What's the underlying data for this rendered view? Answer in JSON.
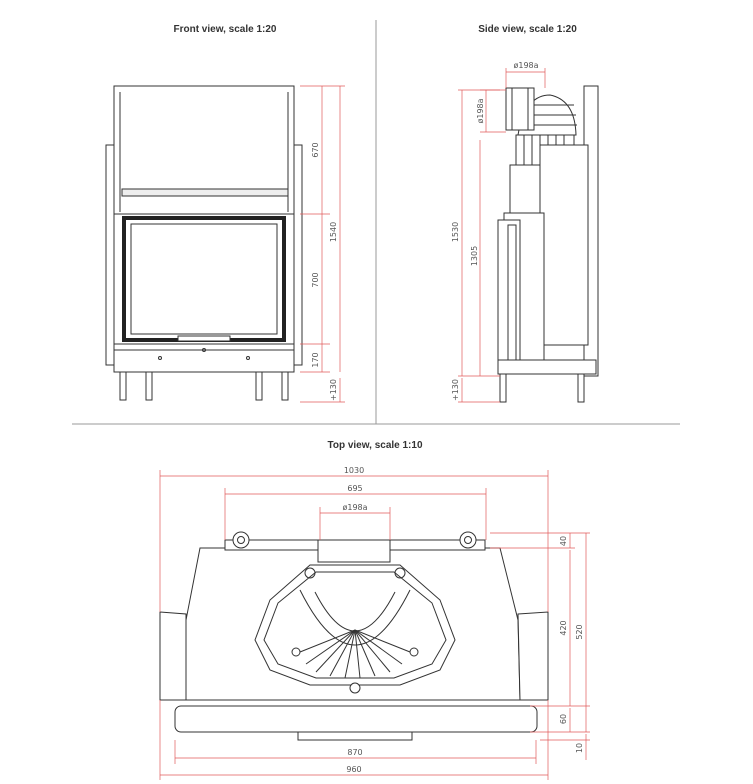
{
  "titles": {
    "front": "Front view, scale 1:20",
    "side": "Side view, scale 1:20",
    "top": "Top view, scale 1:10"
  },
  "front": {
    "dim_670": "670",
    "dim_700": "700",
    "dim_170": "170",
    "dim_1540": "1540",
    "dim_130": "+130"
  },
  "side": {
    "dim_flue_top": "ø198a",
    "dim_flue_side": "ø198a",
    "dim_1530": "1530",
    "dim_1305": "1305",
    "dim_130": "+130"
  },
  "top": {
    "dim_1030": "1030",
    "dim_695": "695",
    "dim_flue": "ø198a",
    "dim_40": "40",
    "dim_420": "420",
    "dim_520": "520",
    "dim_60": "60",
    "dim_10": "10",
    "dim_870": "870",
    "dim_960": "960"
  },
  "colors": {
    "dimension": "#e05a5a",
    "drawing": "#333333",
    "divider": "#999999"
  }
}
